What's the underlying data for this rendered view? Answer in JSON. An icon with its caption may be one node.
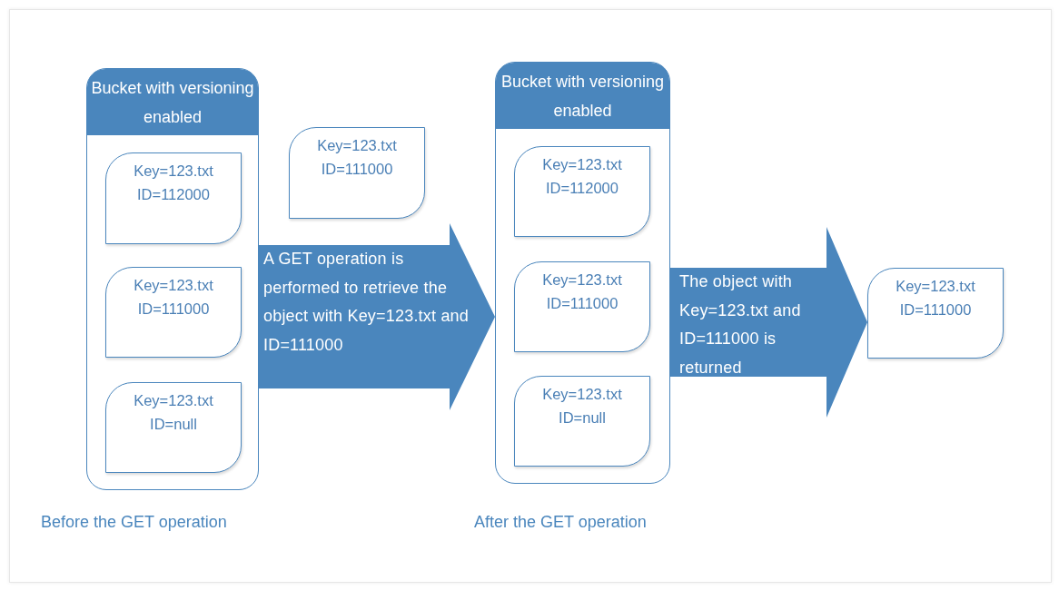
{
  "diagram": {
    "nodes": [
      {
        "text": [
          "Bucket with versioning enabled"
        ],
        "beside": [
          "Before the GET operation"
        ]
      },
      {
        "text": [
          "Key=123.txt",
          "ID=112000"
        ],
        "in": 0
      },
      {
        "text": [
          "Key=123.txt",
          "ID=111000"
        ],
        "in": 0
      },
      {
        "text": [
          "Key=123.txt",
          "ID=null"
        ],
        "in": 0
      },
      {
        "text": [
          "Key=123.txt",
          "ID=111000"
        ]
      },
      {
        "text": [
          "Bucket with versioning enabled"
        ],
        "beside": [
          "After the GET operation"
        ]
      },
      {
        "text": [
          "Key=123.txt",
          "ID=112000"
        ],
        "in": 5
      },
      {
        "text": [
          "Key=123.txt",
          "ID=111000"
        ],
        "in": 5
      },
      {
        "text": [
          "Key=123.txt",
          "ID=null"
        ],
        "in": 5
      },
      {
        "text": [
          "Key=123.txt",
          "ID=111000"
        ]
      }
    ],
    "edges": [
      {
        "from": 0,
        "to": 5,
        "arrow": "to",
        "style": "thick",
        "label": "A GET operation is performed to retrieve the object with Key=123.txt and ID=111000"
      },
      {
        "from": 5,
        "to": 9,
        "arrow": "to",
        "style": "thick",
        "label": "The object with Key=123.txt and ID=111000 is returned"
      }
    ]
  }
}
